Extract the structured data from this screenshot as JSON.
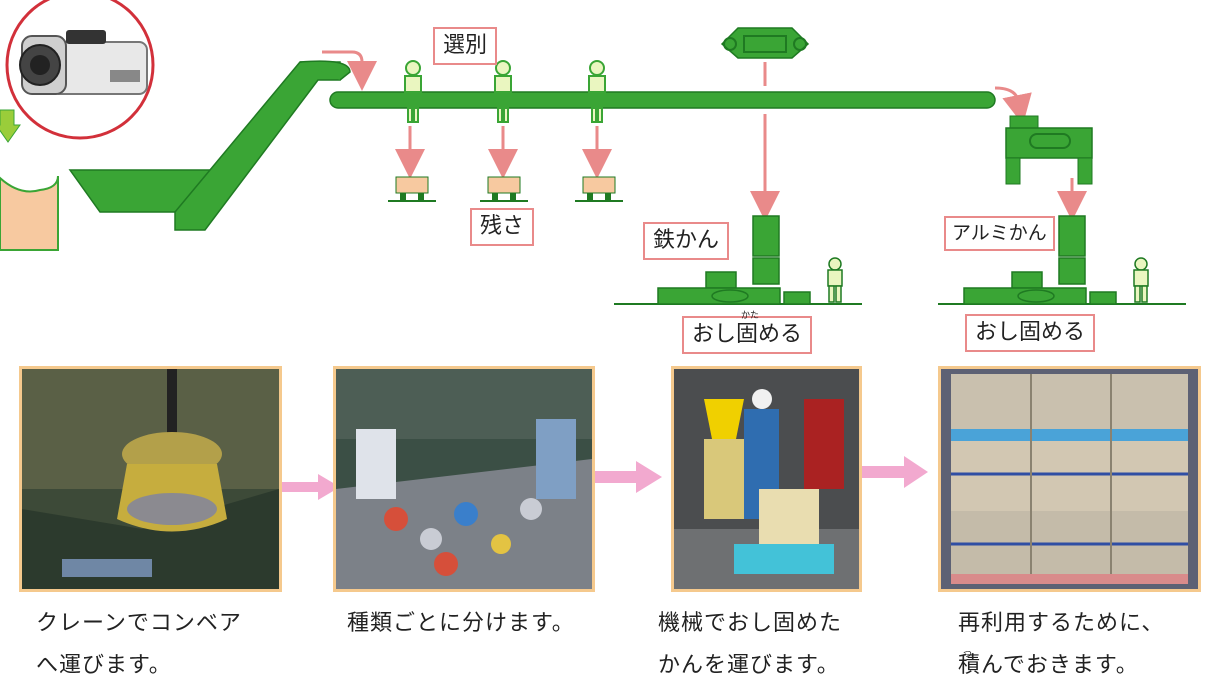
{
  "labels": {
    "sort": "選別",
    "residue": "残さ",
    "iron_cans": "鉄かん",
    "aluminum_cans": "アルミかん",
    "press1": "おし固める",
    "press2": "おし固める",
    "press_ruby": "かた"
  },
  "captions": [
    {
      "line1": "クレーンでコンベア",
      "line2": "へ運びます。"
    },
    {
      "line1": "種類ごとに分けます。",
      "line2": ""
    },
    {
      "line1": "機械でおし固めた",
      "line2": "かんを運びます。"
    },
    {
      "line1": "再利用するために、",
      "line2": "積んでおきます。",
      "ruby": "つ"
    }
  ],
  "colors": {
    "green": "#3aa535",
    "dark_green": "#1f7a22",
    "arrow": "#e98a8a",
    "photo_arrow": "#f2a9cf",
    "frame": "#f5c98d",
    "box": "#f7c9a0"
  },
  "icons": [
    "video-camera-icon",
    "worker-icon",
    "magnet-icon",
    "shredder-icon",
    "baler-icon"
  ]
}
